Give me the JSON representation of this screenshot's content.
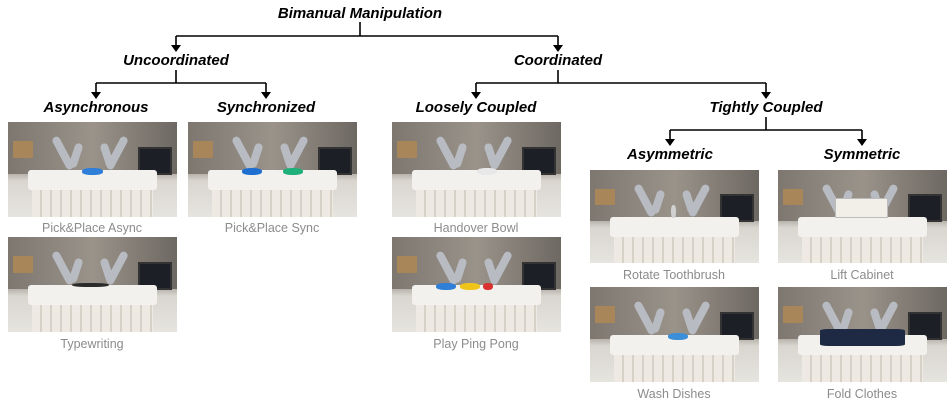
{
  "root": {
    "label": "Bimanual Manipulation"
  },
  "level1": {
    "uncoordinated": "Uncoordinated",
    "coordinated": "Coordinated"
  },
  "level2": {
    "asynchronous": "Asynchronous",
    "synchronized": "Synchronized",
    "loosely_coupled": "Loosely Coupled",
    "tightly_coupled": "Tightly Coupled"
  },
  "level3": {
    "asymmetric": "Asymmetric",
    "symmetric": "Symmetric"
  },
  "tasks": [
    {
      "caption": "Pick&Place Async",
      "object": "blue bowl",
      "object_color": "#2f7fd9"
    },
    {
      "caption": "Pick&Place Sync",
      "object": "blue and green boxes",
      "object_color": "#1f6fd0"
    },
    {
      "caption": "Typewriting",
      "object": "keyboard",
      "object_color": "#2b2b2b"
    },
    {
      "caption": "Handover Bowl",
      "object": "white bowl",
      "object_color": "#e8e8e8"
    },
    {
      "caption": "Play Ping Pong",
      "object": "blue and yellow paddles",
      "object_color": "#f0c419"
    },
    {
      "caption": "Rotate Toothbrush",
      "object": "toothbrush",
      "object_color": "#d0d0d0"
    },
    {
      "caption": "Wash Dishes",
      "object": "dish",
      "object_color": "#3a8fd8"
    },
    {
      "caption": "Lift Cabinet",
      "object": "cabinet",
      "object_color": "#f2efe8"
    },
    {
      "caption": "Fold Clothes",
      "object": "dark cloth",
      "object_color": "#1e2a44"
    }
  ],
  "colors": {
    "lines": "#000000",
    "caption_text": "#8c8c8c"
  }
}
